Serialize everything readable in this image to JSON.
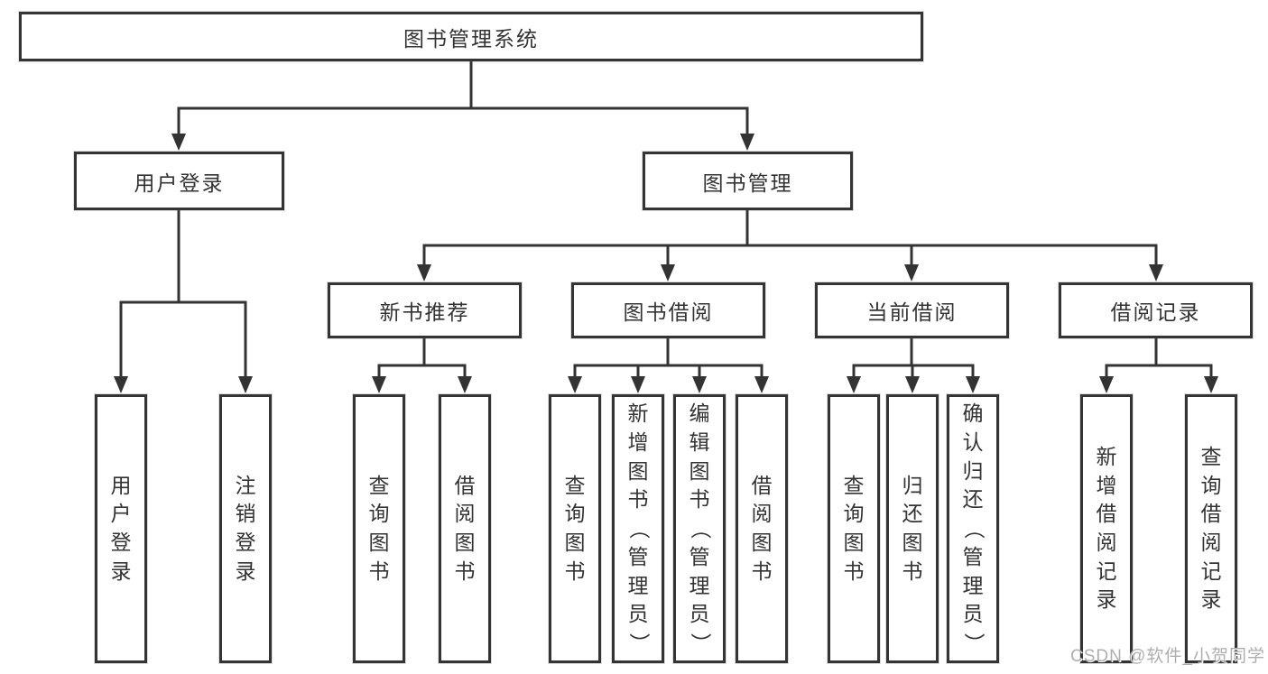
{
  "diagram": {
    "root": {
      "label": "图书管理系统"
    },
    "branches": [
      {
        "label": "用户登录",
        "children": [
          {
            "label": "用户登录"
          },
          {
            "label": "注销登录"
          }
        ]
      },
      {
        "label": "图书管理",
        "children": [
          {
            "label": "新书推荐",
            "children": [
              {
                "label": "查询图书"
              },
              {
                "label": "借阅图书"
              }
            ]
          },
          {
            "label": "图书借阅",
            "children": [
              {
                "label": "查询图书"
              },
              {
                "label": "新增图书（管理员）"
              },
              {
                "label": "编辑图书（管理员）"
              },
              {
                "label": "借阅图书"
              }
            ]
          },
          {
            "label": "当前借阅",
            "children": [
              {
                "label": "查询图书"
              },
              {
                "label": "归还图书"
              },
              {
                "label": "确认归还（管理员）"
              }
            ]
          },
          {
            "label": "借阅记录",
            "children": [
              {
                "label": "新增借阅记录"
              },
              {
                "label": "查询借阅记录"
              }
            ]
          }
        ]
      }
    ]
  },
  "watermark": {
    "text": "CSDN @软件_小贺同学"
  },
  "colors": {
    "line": "#333333",
    "box_border": "#343434",
    "box_fill": "#ffffff",
    "text": "#333333",
    "watermark": "#aeaeae"
  }
}
